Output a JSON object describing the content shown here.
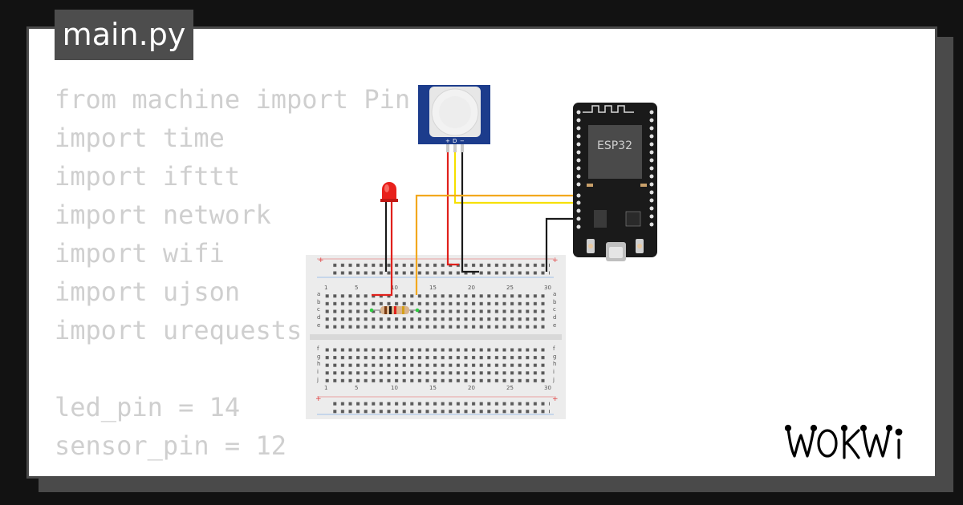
{
  "file_tab": {
    "label": "main.py"
  },
  "code_lines": [
    "from machine import Pin",
    "import time",
    "import ifttt",
    "import network",
    "import wifi",
    "import ujson",
    "import urequests",
    "",
    "led_pin = 14",
    "sensor_pin = 12"
  ],
  "components": {
    "esp32_label": "ESP32",
    "pir_pins": [
      "+",
      "D",
      "−"
    ]
  },
  "breadboard": {
    "column_numbers": [
      "1",
      "5",
      "10",
      "15",
      "20",
      "25",
      "30"
    ],
    "row_letters_top": [
      "a",
      "b",
      "c",
      "d",
      "e"
    ],
    "row_letters_bottom": [
      "f",
      "g",
      "h",
      "i",
      "j"
    ]
  },
  "brand": {
    "logo_text": "WOKWi"
  },
  "colors": {
    "background": "#121212",
    "card": "#ffffff",
    "tab": "#4d4d4d",
    "code_text": "#cfcfcf",
    "wire_red": "#e0201b",
    "wire_black": "#1a1a1a",
    "wire_orange": "#f2a81d",
    "wire_yellow": "#f6e000",
    "pir_body": "#1c3c8c",
    "esp32_board": "#1a1a1a"
  }
}
